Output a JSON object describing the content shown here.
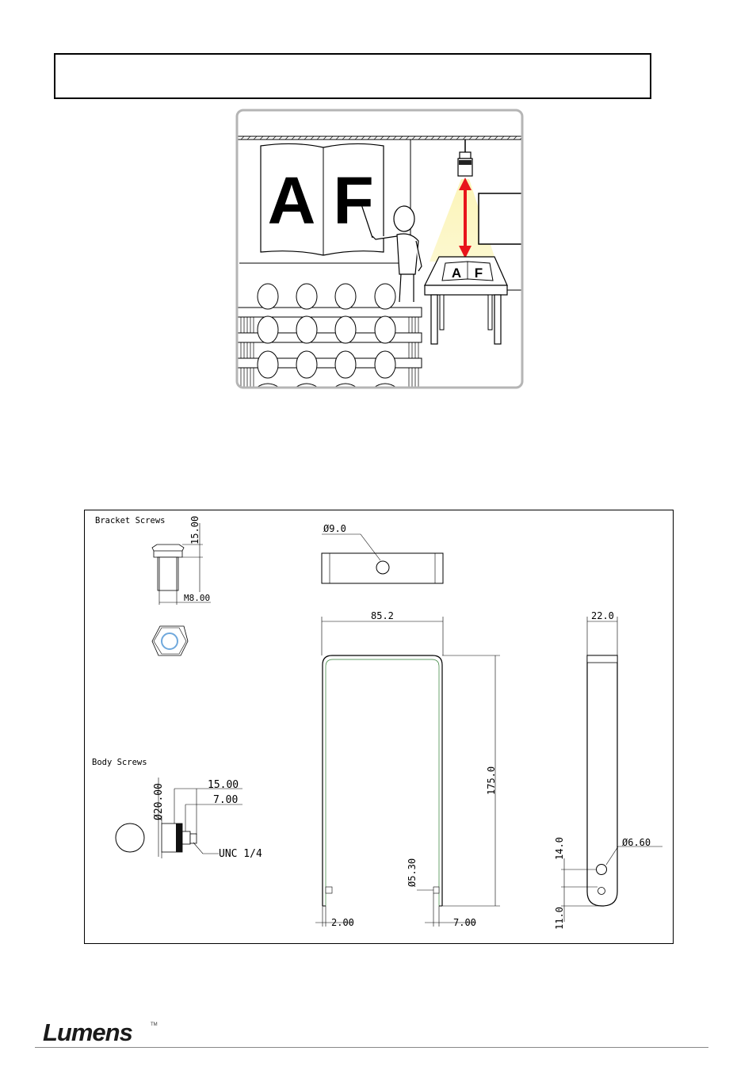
{
  "header_box": {
    "text": ""
  },
  "illustration": {
    "wall_letters": [
      "A",
      "F"
    ],
    "table_letters": [
      "A",
      "F"
    ],
    "label_box_text": ""
  },
  "drawing": {
    "bracket_screws_title": "Bracket Screws",
    "bracket_dim_height": "15.00",
    "bracket_dim_thread": "M8.00",
    "body_screws_title": "Body Screws",
    "body_dim_diameter": "Ø20.00",
    "body_dim_len1": "15.00",
    "body_dim_len2": "7.00",
    "body_dim_thread": "UNC 1/4",
    "top_view_hole": "Ø9.0",
    "front_width": "85.2",
    "front_height": "175.0",
    "front_pin_diameter": "Ø5.30",
    "front_dim_left": "2.00",
    "front_dim_right": "7.00",
    "side_width": "22.0",
    "side_hole": "Ø6.60",
    "side_dim_upper": "14.0",
    "side_dim_lower": "11.0"
  },
  "footer": {
    "logo_text": "Lumens",
    "trademark": "TM"
  },
  "colors": {
    "arrow": "#e8141b",
    "light_cone": "#fbf3b0",
    "frame_gray": "#b5b5b5"
  }
}
